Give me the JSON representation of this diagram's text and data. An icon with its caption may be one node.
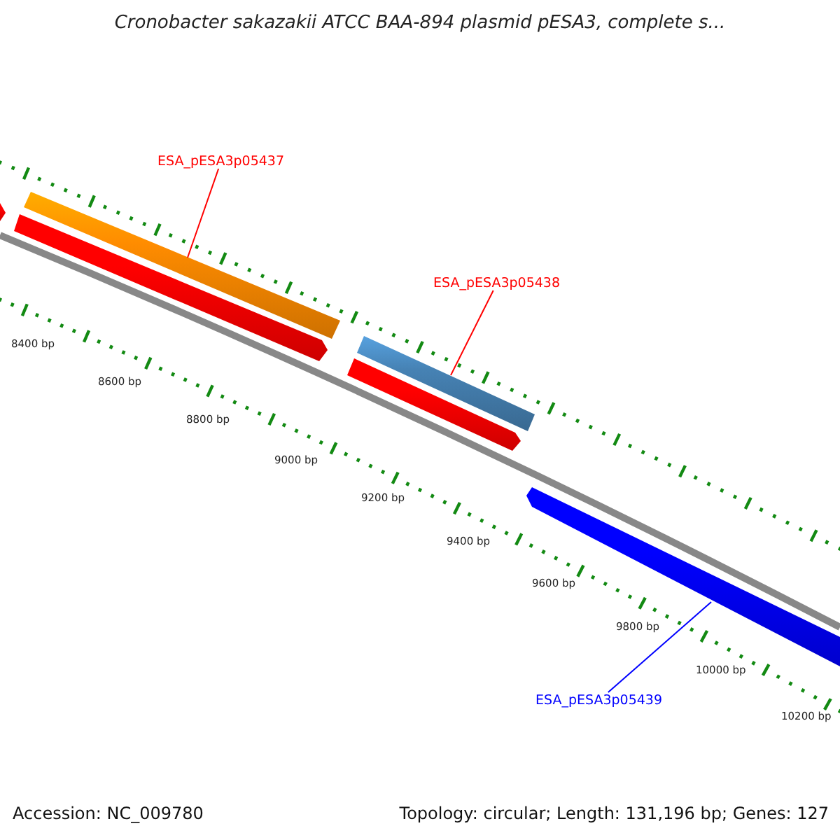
{
  "diagram": {
    "title": "Cronobacter sakazakii ATCC BAA-894 plasmid pESA3, complete s...",
    "nodes": [
      {
        "text": [
          "ESA_pESA3p05437"
        ]
      },
      {
        "text": [],
        "shape": "bar"
      },
      {
        "text": [],
        "shape": "bar"
      },
      {
        "text": [],
        "shape": "bar"
      },
      {
        "text": [
          "ESA_pESA3p05438"
        ]
      },
      {
        "text": [],
        "shape": "bar"
      },
      {
        "text": [],
        "shape": "bar"
      },
      {
        "text": [],
        "shape": "bar"
      },
      {
        "text": [
          "ESA_pESA3p05439"
        ]
      }
    ],
    "edges": [
      {
        "from": 0,
        "to": 2,
        "arrow": "none"
      },
      {
        "from": 4,
        "to": 5,
        "arrow": "none"
      },
      {
        "from": 8,
        "to": 7,
        "arrow": "none",
        "color": "#0000ff"
      }
    ],
    "labels": [
      "8400 bp",
      "8600 bp",
      "8800 bp",
      "9000 bp",
      "9200 bp",
      "9400 bp",
      "9600 bp",
      "9800 bp",
      "10000 bp",
      "10200 bp",
      "Accession: NC_009780",
      "Topology: circular; Length: 131,196 bp; Genes: 127"
    ]
  }
}
